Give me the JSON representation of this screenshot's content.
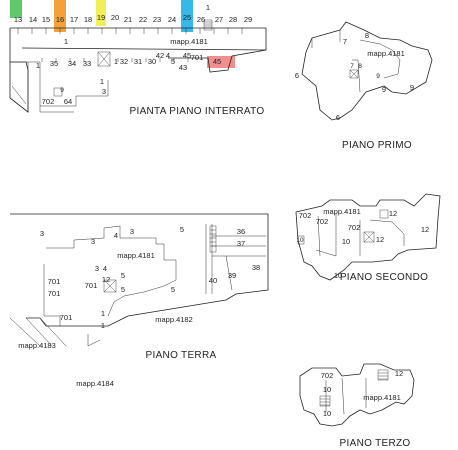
{
  "titles": {
    "basement": "PIANTA PIANO INTERRATO",
    "first": "PIANO PRIMO",
    "second": "PIANO SECONDO",
    "ground": "PIANO TERRA",
    "third": "PIANO TERZO"
  },
  "parcels": {
    "m4181": "mapp.4181",
    "m4182": "mapp.4182",
    "m4183": "mapp.4183",
    "m4184": "mapp.4184"
  },
  "highlight_colors": {
    "green": "#5fc86a",
    "orange": "#f3a23a",
    "yellow": "#f2ee5a",
    "cyan": "#36b8e8",
    "red": "#f07a7a"
  },
  "basement": {
    "top_numbers": [
      "13",
      "14",
      "15",
      "16",
      "17",
      "18",
      "19",
      "20",
      "21",
      "22",
      "23",
      "24",
      "25",
      "26",
      "27",
      "28",
      "29"
    ],
    "bottom_numbers": [
      "35",
      "34",
      "33",
      "32",
      "31",
      "30",
      "5",
      "43",
      "701"
    ],
    "other": [
      "1",
      "1",
      "1",
      "1",
      "1",
      "3",
      "702",
      "64",
      "42",
      "4",
      "45",
      "9",
      "45"
    ]
  },
  "first": {
    "labels": [
      "7",
      "8",
      "6",
      "9",
      "6",
      "9",
      "7",
      "8",
      "9"
    ]
  },
  "second": {
    "labels": [
      "702",
      "702",
      "12",
      "702",
      "10",
      "12",
      "10",
      "12",
      "10"
    ]
  },
  "ground": {
    "labels": [
      "3",
      "3",
      "4",
      "3",
      "5",
      "36",
      "37",
      "40",
      "39",
      "38",
      "12",
      "701",
      "701",
      "701",
      "701",
      "3",
      "4",
      "5",
      "5",
      "5",
      "1",
      "1"
    ]
  },
  "third": {
    "labels": [
      "702",
      "12",
      "10",
      "10"
    ]
  }
}
